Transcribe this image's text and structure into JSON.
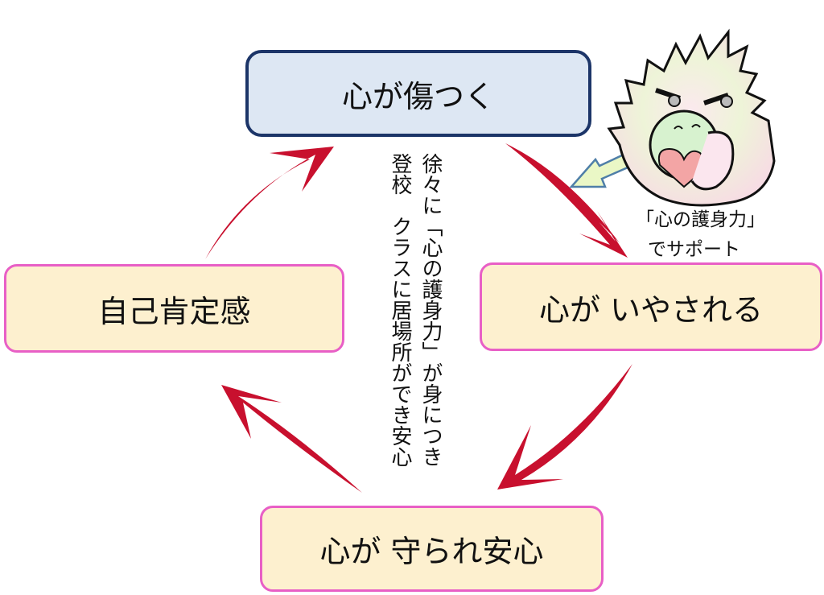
{
  "nodes": {
    "top": "心が傷つく",
    "right": "心が いやされる",
    "bottom": "心が 守られ安心",
    "left": "自己肯定感"
  },
  "center_text": {
    "line1": "徐々に「心の護身力」が身につき",
    "line2": "登校　クラスに居場所ができ安心"
  },
  "character_caption": {
    "line1": "「心の護身力」",
    "line2": "でサポート"
  },
  "colors": {
    "arrow": "#c8102e",
    "top_fill": "#dde7f3",
    "top_border": "#1c3568",
    "cream_fill": "#fdf0cf",
    "pink_border": "#e85fc6"
  }
}
